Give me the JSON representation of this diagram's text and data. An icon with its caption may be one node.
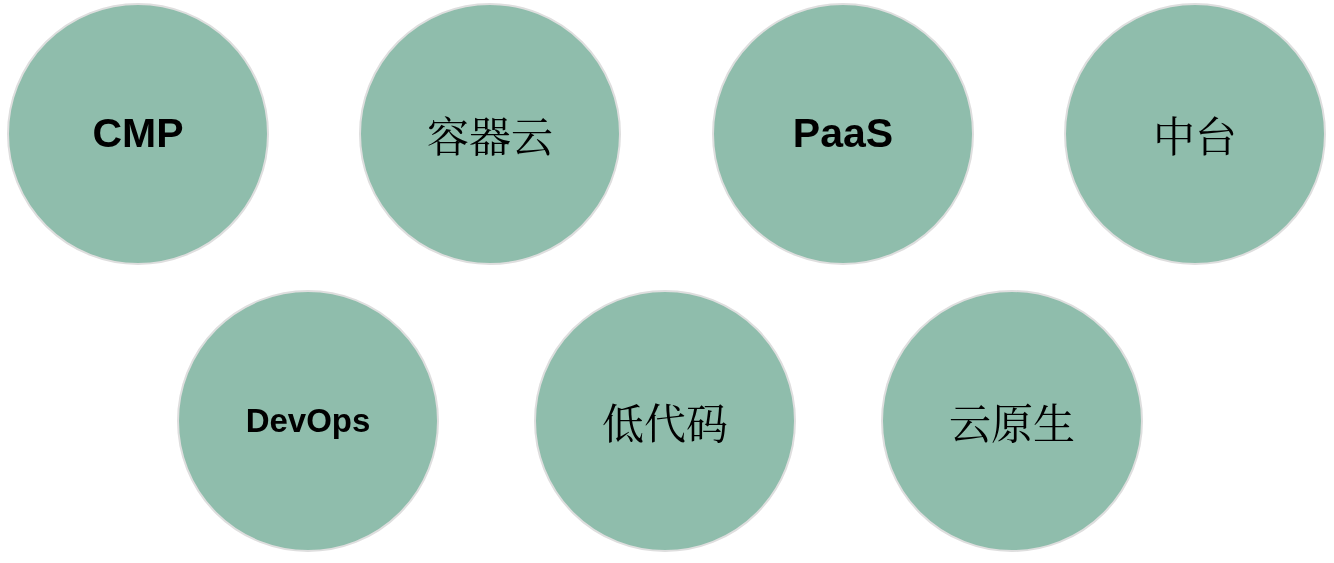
{
  "diagram": {
    "nodes": [
      {
        "text": [
          "CMP"
        ]
      },
      {
        "text": [
          "容器云"
        ]
      },
      {
        "text": [
          "PaaS"
        ]
      },
      {
        "text": [
          "中台"
        ]
      },
      {
        "text": [
          "DevOps"
        ]
      },
      {
        "text": [
          "低代码"
        ]
      },
      {
        "text": [
          "云原生"
        ]
      }
    ]
  }
}
